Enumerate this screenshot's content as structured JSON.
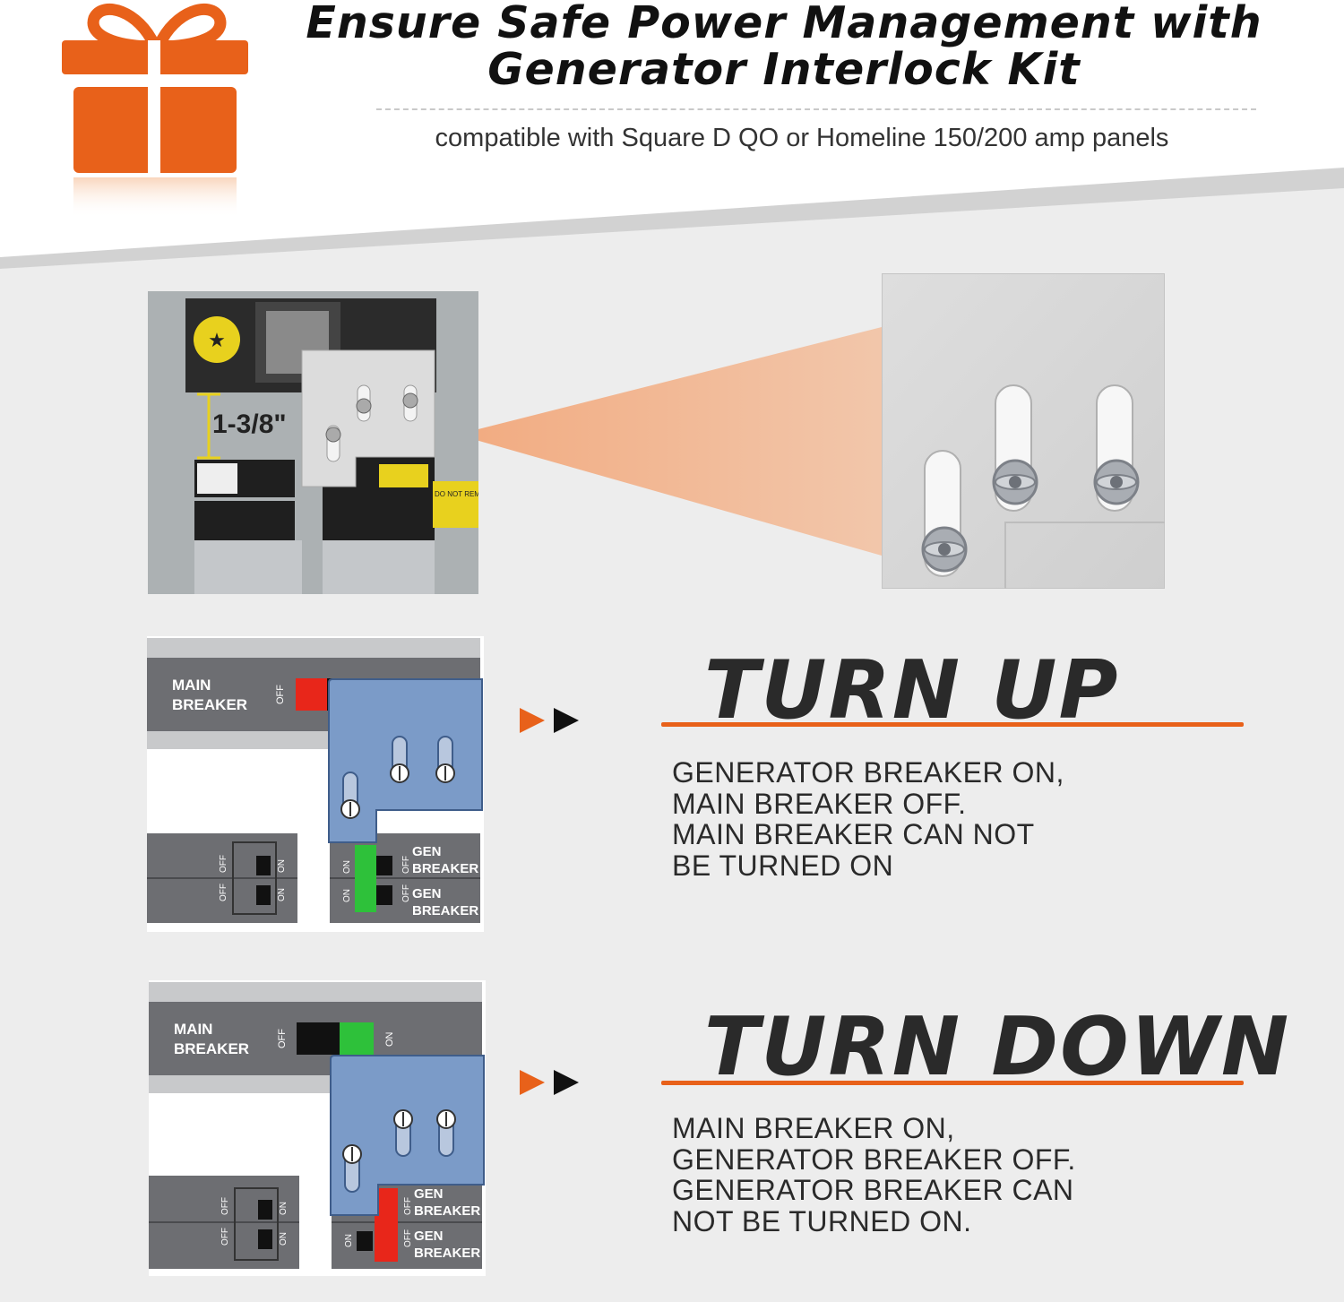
{
  "header": {
    "title_line1": "Ensure Safe Power Management with",
    "title_line2": "Generator Interlock Kit",
    "subtitle": "compatible with Square D QO or Homeline 150/200 amp panels"
  },
  "photo": {
    "measurement": "1-3/8\"",
    "warning_label": "DO NOT REM"
  },
  "colors": {
    "accent": "#e8611a",
    "plate_blue": "#7b9bc8",
    "panel_gray": "#6d6e72",
    "switch_red": "#e8261a",
    "switch_green": "#2ec13a",
    "background_gray": "#ececec"
  },
  "diagram": {
    "main_label_1": "MAIN",
    "main_label_2": "BREAKER",
    "off": "OFF",
    "on": "ON",
    "gen_label_1": "GEN",
    "gen_label_2": "BREAKER"
  },
  "step_up": {
    "heading": "TURN UP",
    "lines": [
      "GENERATOR BREAKER ON,",
      "MAIN BREAKER OFF.",
      "MAIN BREAKER CAN NOT",
      "BE TURNED ON"
    ]
  },
  "step_down": {
    "heading": "TURN DOWN",
    "lines": [
      "MAIN BREAKER ON,",
      "GENERATOR BREAKER OFF.",
      "GENERATOR BREAKER CAN",
      "NOT BE TURNED ON."
    ]
  },
  "icons": [
    "gift-icon",
    "play-arrow-icon"
  ]
}
